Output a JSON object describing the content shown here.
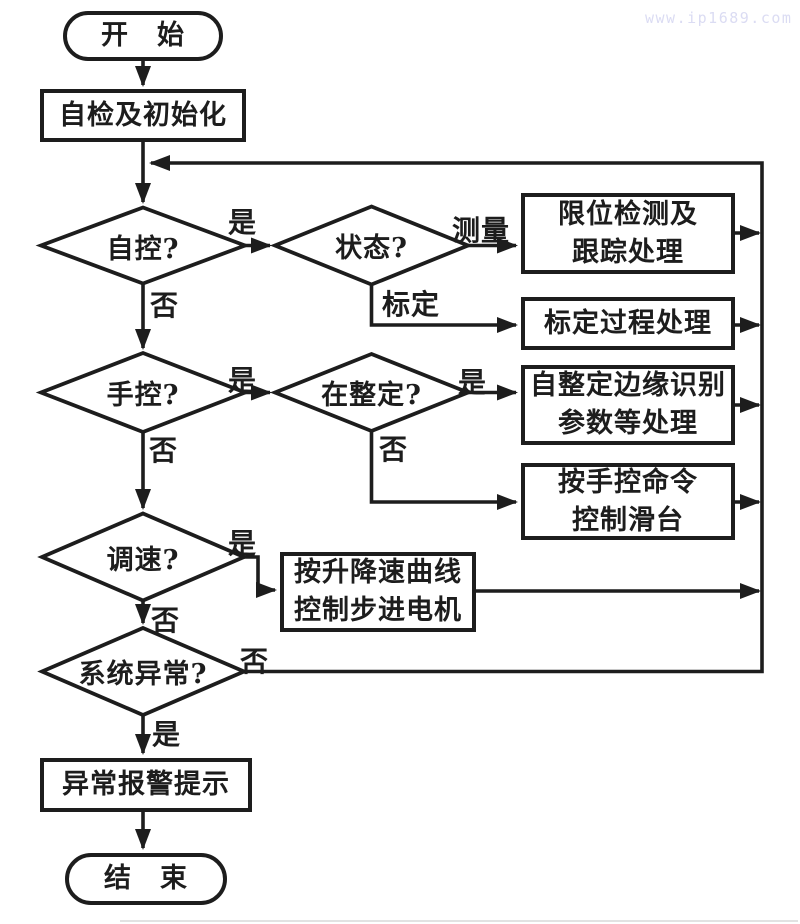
{
  "watermark": "www.ip1689.com",
  "colors": {
    "line": "#1d1d1d",
    "background": "#ffffff",
    "watermark": "#dbdcf3"
  },
  "nodes": {
    "start": {
      "label": "开　始"
    },
    "init": {
      "label": "自检及初始化"
    },
    "auto": {
      "label": "自控?"
    },
    "status": {
      "label": "状态?"
    },
    "limit": {
      "line1": "限位检测及",
      "line2": "跟踪处理"
    },
    "calib": {
      "label": "标定过程处理"
    },
    "manual": {
      "label": "手控?"
    },
    "tuning": {
      "label": "在整定?"
    },
    "selftune": {
      "line1": "自整定边缘识别",
      "line2": "参数等处理"
    },
    "manualcmd": {
      "line1": "按手控命令",
      "line2": "控制滑台"
    },
    "speed": {
      "label": "调速?"
    },
    "stepper": {
      "line1": "按升降速曲线",
      "line2": "控制步进电机"
    },
    "sys": {
      "label": "系统异常?"
    },
    "alarm": {
      "label": "异常报警提示"
    },
    "end": {
      "label": "结　束"
    }
  },
  "edge_labels": {
    "auto_yes": "是",
    "auto_no": "否",
    "status_measure": "测量",
    "status_calib": "标定",
    "manual_yes": "是",
    "manual_no": "否",
    "tuning_yes": "是",
    "tuning_no": "否",
    "speed_yes": "是",
    "speed_no": "否",
    "sys_no": "否",
    "sys_yes": "是"
  }
}
